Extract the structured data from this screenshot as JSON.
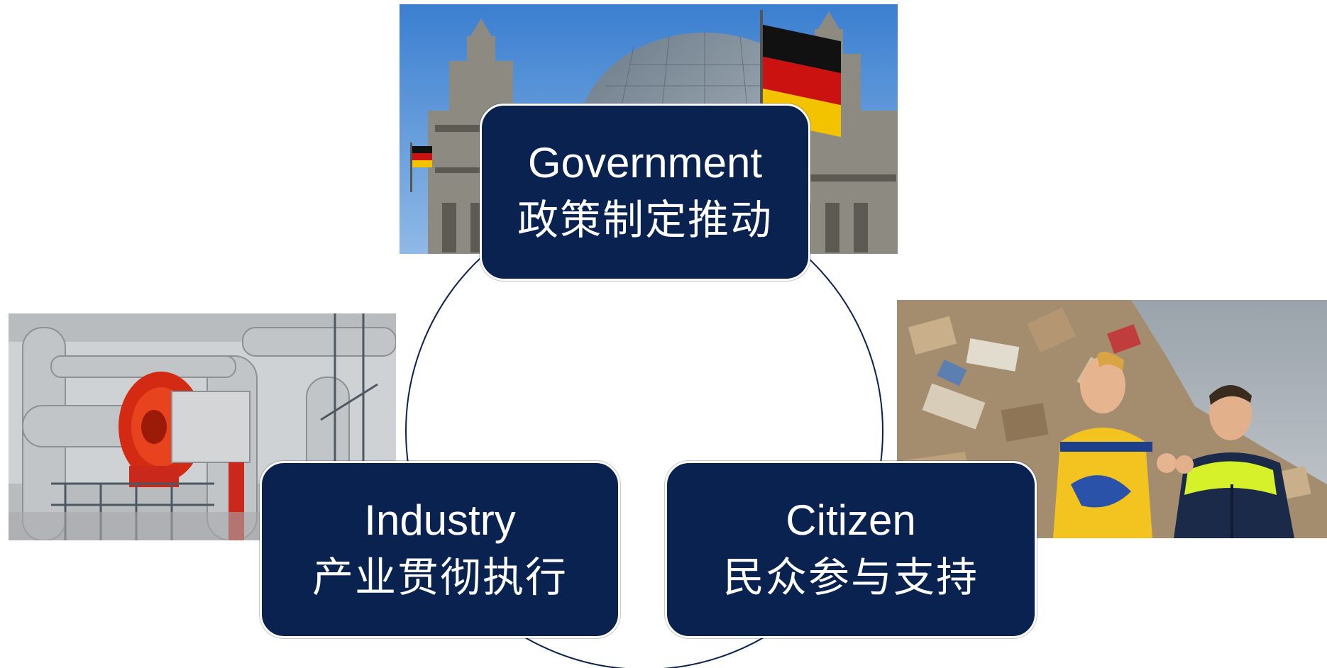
{
  "diagram": {
    "nodes": [
      {
        "id": "government",
        "label_en": "Government",
        "label_zh": "政策制定推动",
        "photo": "reichstag-building-with-german-flags"
      },
      {
        "id": "industry",
        "label_en": "Industry",
        "label_zh": "产业贯彻执行",
        "photo": "industrial-plant-pipes-red-turbine"
      },
      {
        "id": "citizen",
        "label_en": "Citizen",
        "label_zh": "民众参与支持",
        "photo": "two-people-in-front-of-paper-recycling-pile"
      }
    ],
    "colors": {
      "box_fill": "#0a2250",
      "box_text": "#ffffff",
      "cycle_line": "#0a2250",
      "box_border": "#ffffff"
    }
  }
}
